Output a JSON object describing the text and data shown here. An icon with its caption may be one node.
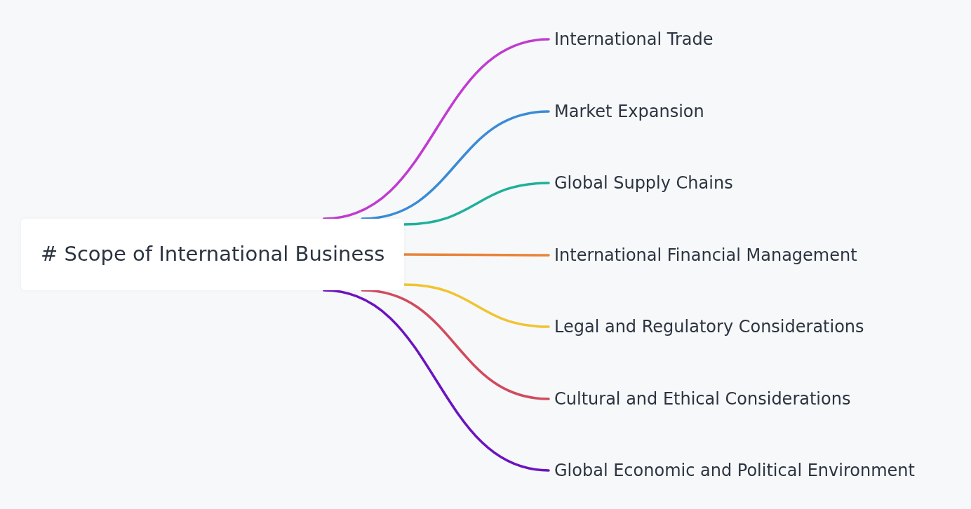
{
  "diagram": {
    "nodes": [
      {
        "text": [
          "# Scope of International Business"
        ]
      },
      {
        "text": [
          "International Trade"
        ]
      },
      {
        "text": [
          "Market Expansion"
        ]
      },
      {
        "text": [
          "Global Supply Chains"
        ]
      },
      {
        "text": [
          "International Financial Management"
        ]
      },
      {
        "text": [
          "Legal and Regulatory Considerations"
        ]
      },
      {
        "text": [
          "Cultural and Ethical Considerations"
        ]
      },
      {
        "text": [
          "Global Economic and Political Environment"
        ]
      }
    ],
    "edges": [
      {
        "from": 0,
        "to": 1,
        "arrow": "none",
        "color": "#c03bd0"
      },
      {
        "from": 0,
        "to": 2,
        "arrow": "none",
        "color": "#3a8bd6"
      },
      {
        "from": 0,
        "to": 3,
        "arrow": "none",
        "color": "#1fb09a"
      },
      {
        "from": 0,
        "to": 4,
        "arrow": "none",
        "color": "#e8843a"
      },
      {
        "from": 0,
        "to": 5,
        "arrow": "none",
        "color": "#f0c430"
      },
      {
        "from": 0,
        "to": 6,
        "arrow": "none",
        "color": "#d04b5e"
      },
      {
        "from": 0,
        "to": 7,
        "arrow": "none",
        "color": "#6a14c0"
      }
    ]
  }
}
